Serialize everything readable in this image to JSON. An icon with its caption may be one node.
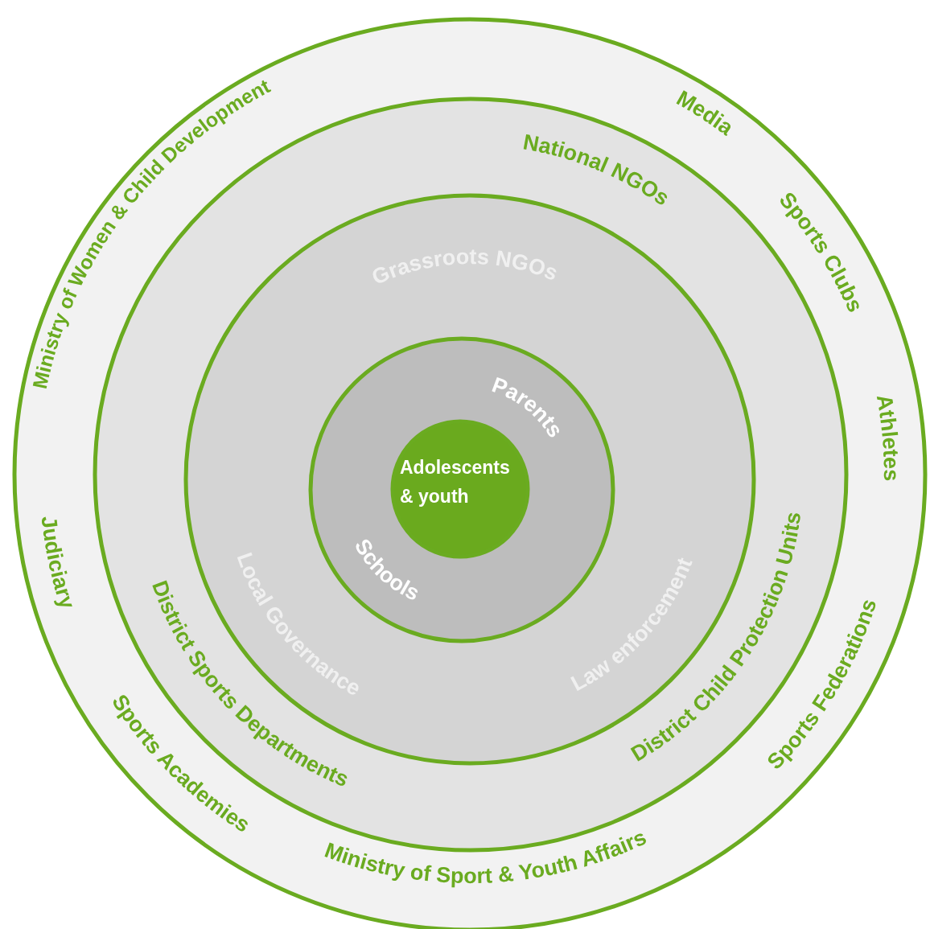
{
  "diagram": {
    "nodes": [
      {
        "text": [
          "Ministry of Women & Child Development",
          "Media",
          "Sports Clubs",
          "Athletes",
          "Judiciary",
          "Sports Federations",
          "Sports Academies",
          "Ministry of Sport & Youth Affairs"
        ]
      },
      {
        "text": [
          "National NGOs",
          "District Sports Departments",
          "District Child Protection Units"
        ],
        "in": 0
      },
      {
        "text": [
          "Grassroots NGOs",
          "Local Governance",
          "Law enforcement"
        ],
        "in": 1
      },
      {
        "text": [
          "Parents",
          "Schools"
        ],
        "in": 2
      },
      {
        "text": [
          "Adolescents & youth"
        ],
        "in": 3
      }
    ]
  }
}
